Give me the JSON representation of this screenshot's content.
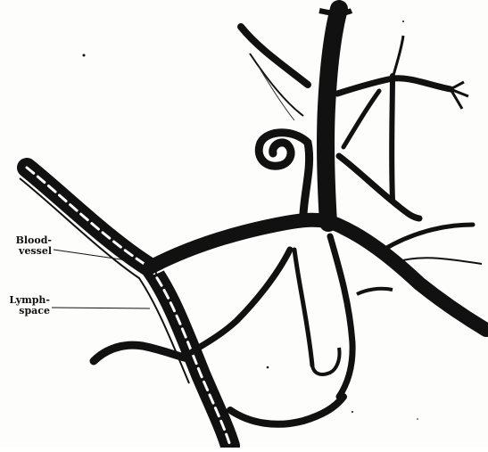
{
  "figure": {
    "labels": {
      "blood_vessel": {
        "line1": "Blood-",
        "line2": "vessel"
      },
      "lymph_space": {
        "line1": "Lymph-",
        "line2": "space"
      }
    },
    "colors": {
      "ink": "#111111",
      "paper": "#fdfdfc"
    }
  }
}
